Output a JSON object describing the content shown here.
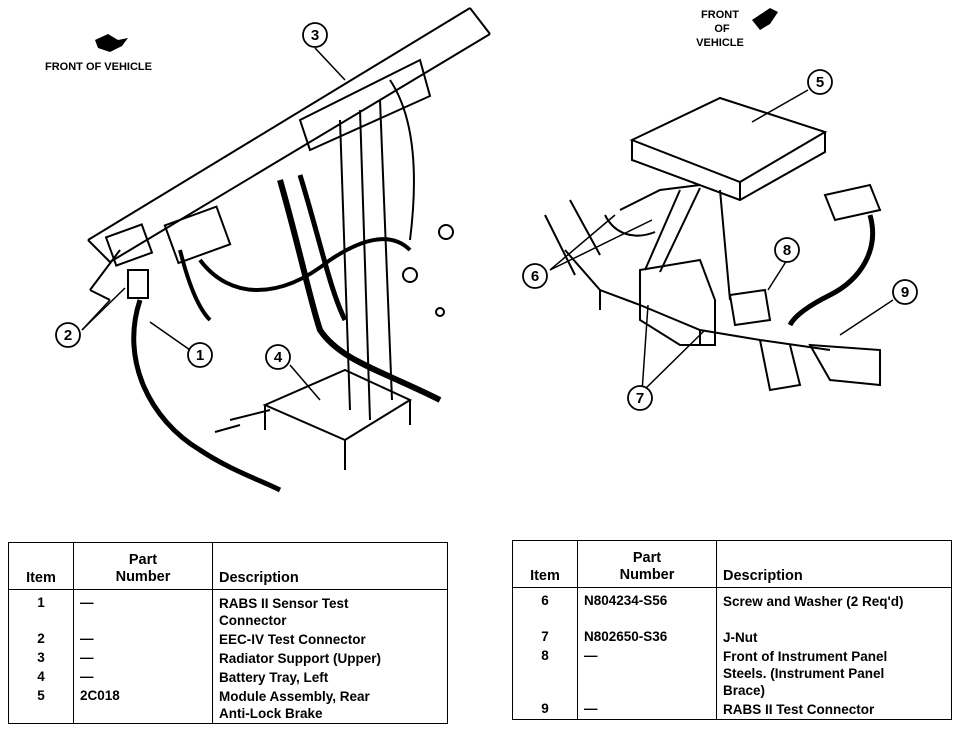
{
  "labels": {
    "front_left": "FRONT OF VEHICLE",
    "front_right_1": "FRONT",
    "front_right_2": "OF",
    "front_right_3": "VEHICLE"
  },
  "callouts": [
    "1",
    "2",
    "3",
    "4",
    "5",
    "6",
    "7",
    "8",
    "9"
  ],
  "table_headers": {
    "item": "Item",
    "part": "Part\nNumber",
    "desc": "Description"
  },
  "table_left": [
    {
      "item": "1",
      "part": "—",
      "desc": "RABS II Sensor Test\nConnector"
    },
    {
      "item": "2",
      "part": "—",
      "desc": "EEC-IV Test Connector"
    },
    {
      "item": "3",
      "part": "—",
      "desc": "Radiator Support (Upper)"
    },
    {
      "item": "4",
      "part": "—",
      "desc": "Battery Tray, Left"
    },
    {
      "item": "5",
      "part": "2C018",
      "desc": "Module Assembly, Rear\nAnti-Lock Brake"
    }
  ],
  "table_right": [
    {
      "item": "6",
      "part": "N804234-S56",
      "desc": "Screw and Washer (2 Req'd)\n\n"
    },
    {
      "item": "7",
      "part": "N802650-S36",
      "desc": "J-Nut"
    },
    {
      "item": "8",
      "part": "—",
      "desc": "Front of Instrument Panel\nSteels. (Instrument Panel\nBrace)"
    },
    {
      "item": "9",
      "part": "—",
      "desc": "RABS II Test Connector"
    }
  ]
}
